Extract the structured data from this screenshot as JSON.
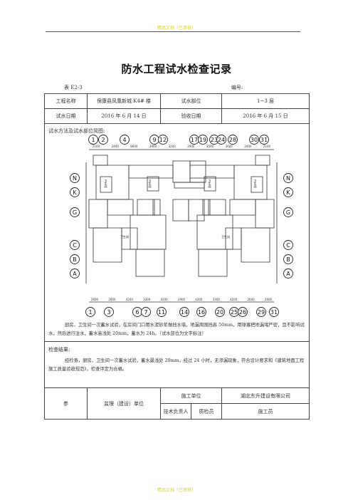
{
  "watermark": "精品文档（已审核）",
  "title": "防水工程试水检查记录",
  "meta": {
    "table_no": "表 E2-3",
    "number_label": "编号:"
  },
  "rows": {
    "project_name_label": "工程名称",
    "project_name_value": "保康县凤凰新城 K4# 楼",
    "test_part_label": "试水部位",
    "test_part_value": "1~3 层",
    "test_date_label": "试水日期",
    "test_date_value": "2016 年 6 月 14 日",
    "accept_date_label": "验收日期",
    "accept_date_value": "2016 年 6 月 15 日"
  },
  "method": {
    "label": "试水方法及试水部位简图:",
    "text": "厨房、卫生间一次蓄水试验，在房间门口用水泥砂浆做挡水墙，地漏周围挡高 50mm，用球塞把地漏堵严密，且不影响试水，然后进行注水，蓄水高浅处 20mm，蓄水为 24h。（试水部位为文字标注）"
  },
  "plan": {
    "top_axes": [
      "1",
      "2",
      "4",
      "9",
      "12",
      "17",
      "19",
      "23",
      "24",
      "28",
      "30",
      "31"
    ],
    "bottom_axes": [
      "1",
      "3",
      "6",
      "7",
      "11",
      "14",
      "16",
      "20",
      "25",
      "26",
      "29",
      "31"
    ],
    "left_axes": [
      "N",
      "K",
      "G",
      "C",
      "B",
      "A"
    ],
    "right_axes": [
      "N",
      "K",
      "G",
      "C",
      "B",
      "A"
    ],
    "top_dims": [
      "2100",
      "2400",
      "8600",
      "3900",
      "3200",
      "2900",
      "3500",
      "3600",
      "2400",
      "2100"
    ],
    "bottom_dims": [
      "2600",
      "2600",
      "4200",
      "3300",
      "4200",
      "2900",
      "4200",
      "3300",
      "4200",
      "2600",
      "2600"
    ],
    "room_labels": [
      "卫生间",
      "卫生间",
      "卫生间",
      "卫生间",
      "卫生间",
      "卫生间"
    ]
  },
  "result": {
    "label": "检查结果:",
    "text": "经检查，厨房、卫生间一次蓄水试验，蓄水最浅处 20mm，经过 24 小时，无渗漏现象，符合设计要求和《建筑地面工程施工质量验收规范》，检查评定为合格。"
  },
  "sign": {
    "participate_label": "参",
    "supervision_label": "监理（建设）单位",
    "construction_unit_label": "施工单位",
    "construction_unit_value": "湖北东升建设有限公司",
    "tech_lead_label": "技术负责人",
    "quality_label": "质检员",
    "worker_label": "施工员"
  }
}
